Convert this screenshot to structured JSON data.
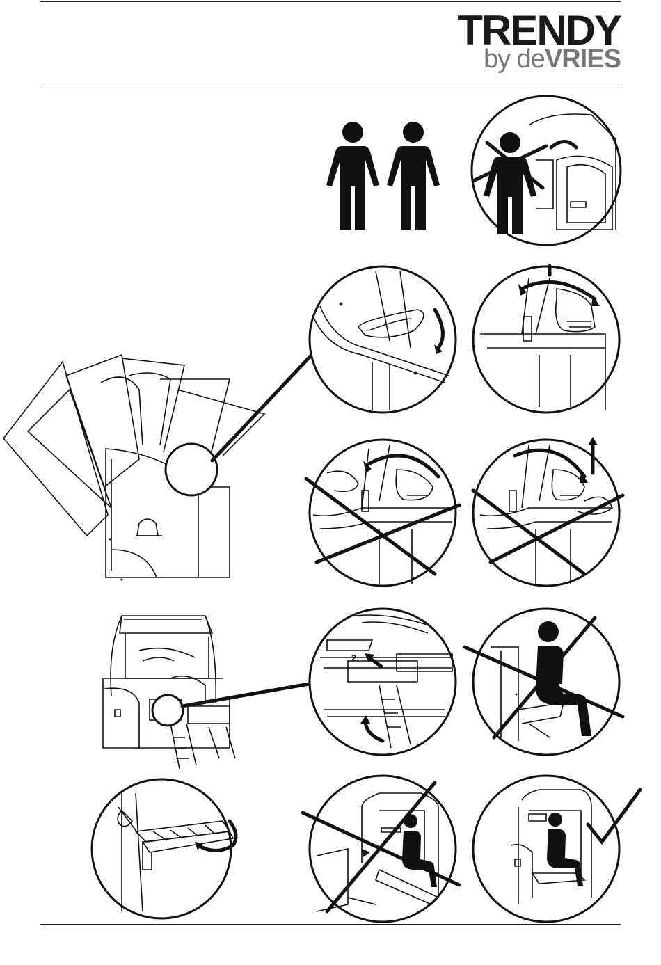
{
  "brand": {
    "name": "TRENDY",
    "sub_prefix": "by",
    "sub_de": "de",
    "sub_bold": "VRIES"
  },
  "labels": {
    "step_marker": "2."
  },
  "icons": [
    "two-people-icon",
    "no-single-person-icon",
    "strap-release-icon",
    "hand-strap-icon",
    "no-hand-left-icon",
    "no-hand-right-icon",
    "footrest-pull-icon",
    "no-sitting-footrest-icon",
    "folding-shelf-icon",
    "no-sitting-shelf-icon",
    "correct-sitting-icon",
    "checkmark-icon"
  ]
}
